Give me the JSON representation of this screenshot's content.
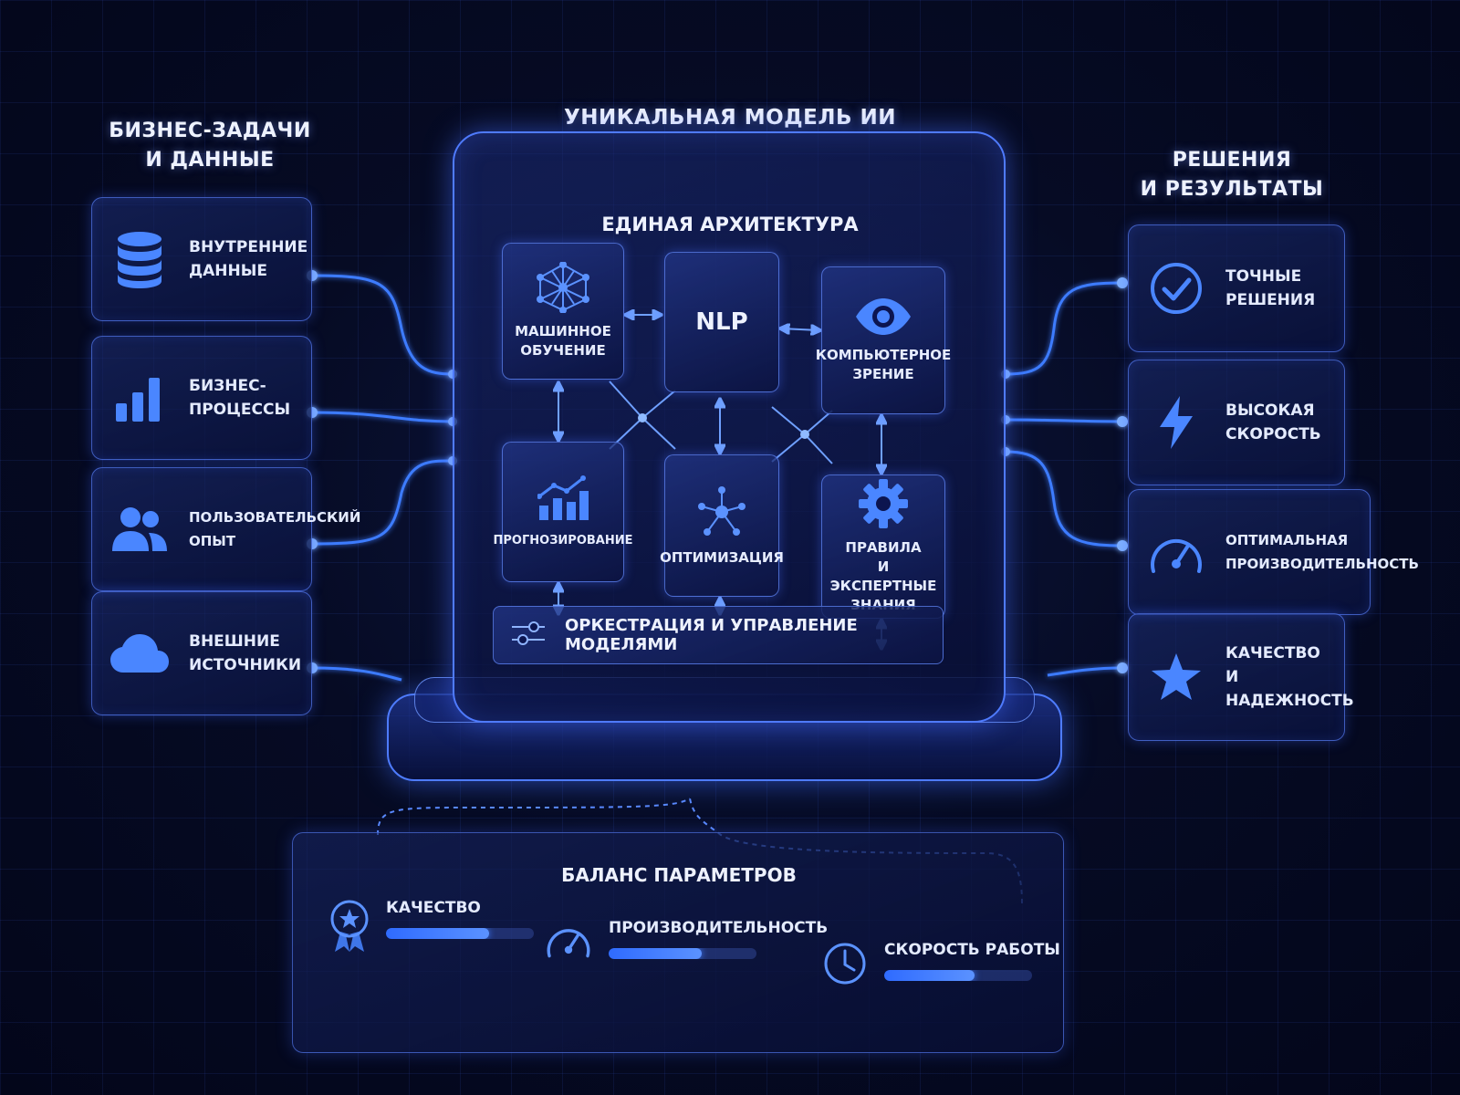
{
  "headings": {
    "left": "БИЗНЕС-ЗАДАЧИ\nИ ДАННЫЕ",
    "center": "УНИКАЛЬНАЯ МОДЕЛЬ ИИ",
    "right": "РЕШЕНИЯ\nИ РЕЗУЛЬТАТЫ"
  },
  "inputs": [
    {
      "label": "ВНУТРЕННИЕ\nДАННЫЕ",
      "icon": "database-icon"
    },
    {
      "label": "БИЗНЕС-\nПРОЦЕССЫ",
      "icon": "bar-chart-icon"
    },
    {
      "label": "ПОЛЬЗОВАТЕЛЬСКИЙ\nОПЫТ",
      "icon": "users-icon"
    },
    {
      "label": "ВНЕШНИЕ\nИСТОЧНИКИ",
      "icon": "cloud-icon"
    }
  ],
  "core": {
    "title": "ЕДИНАЯ АРХИТЕКТУРА",
    "modules": {
      "ml": {
        "label": "МАШИННОЕ\nОБУЧЕНИЕ",
        "icon": "neural-network-icon"
      },
      "nlp": {
        "label": "NLP"
      },
      "cv": {
        "label": "КОМПЬЮТЕРНОЕ\nЗРЕНИЕ",
        "icon": "eye-icon"
      },
      "forecast": {
        "label": "ПРОГНОЗИРОВАНИЕ",
        "icon": "trend-chart-icon"
      },
      "optimization": {
        "label": "ОПТИМИЗАЦИЯ",
        "icon": "node-graph-icon"
      },
      "rules": {
        "label": "ПРАВИЛА\nИ ЭКСПЕРТНЫЕ\nЗНАНИЯ",
        "icon": "gear-icon"
      }
    },
    "orchestration": {
      "label": "ОРКЕСТРАЦИЯ И УПРАВЛЕНИЕ МОДЕЛЯМИ",
      "icon": "sliders-icon"
    }
  },
  "outputs": [
    {
      "label": "ТОЧНЫЕ\nРЕШЕНИЯ",
      "icon": "check-circle-icon"
    },
    {
      "label": "ВЫСОКАЯ\nСКОРОСТЬ",
      "icon": "lightning-icon"
    },
    {
      "label": "ОПТИМАЛЬНАЯ\nПРОИЗВОДИТЕЛЬНОСТЬ",
      "icon": "speedometer-icon"
    },
    {
      "label": "КАЧЕСТВО\nИ НАДЕЖНОСТЬ",
      "icon": "star-icon"
    }
  ],
  "balance": {
    "title": "БАЛАНС ПАРАМЕТРОВ",
    "metrics": [
      {
        "label": "КАЧЕСТВО",
        "icon": "award-medal-icon",
        "level": 0.7
      },
      {
        "label": "ПРОИЗВОДИТЕЛЬНОСТЬ",
        "icon": "speedometer-icon",
        "level": 0.63
      },
      {
        "label": "СКОРОСТЬ РАБОТЫ",
        "icon": "clock-icon",
        "level": 0.61
      }
    ]
  },
  "colors": {
    "accent": "#3d7bff",
    "glow": "#6fa0ff",
    "background": "#050a22"
  }
}
